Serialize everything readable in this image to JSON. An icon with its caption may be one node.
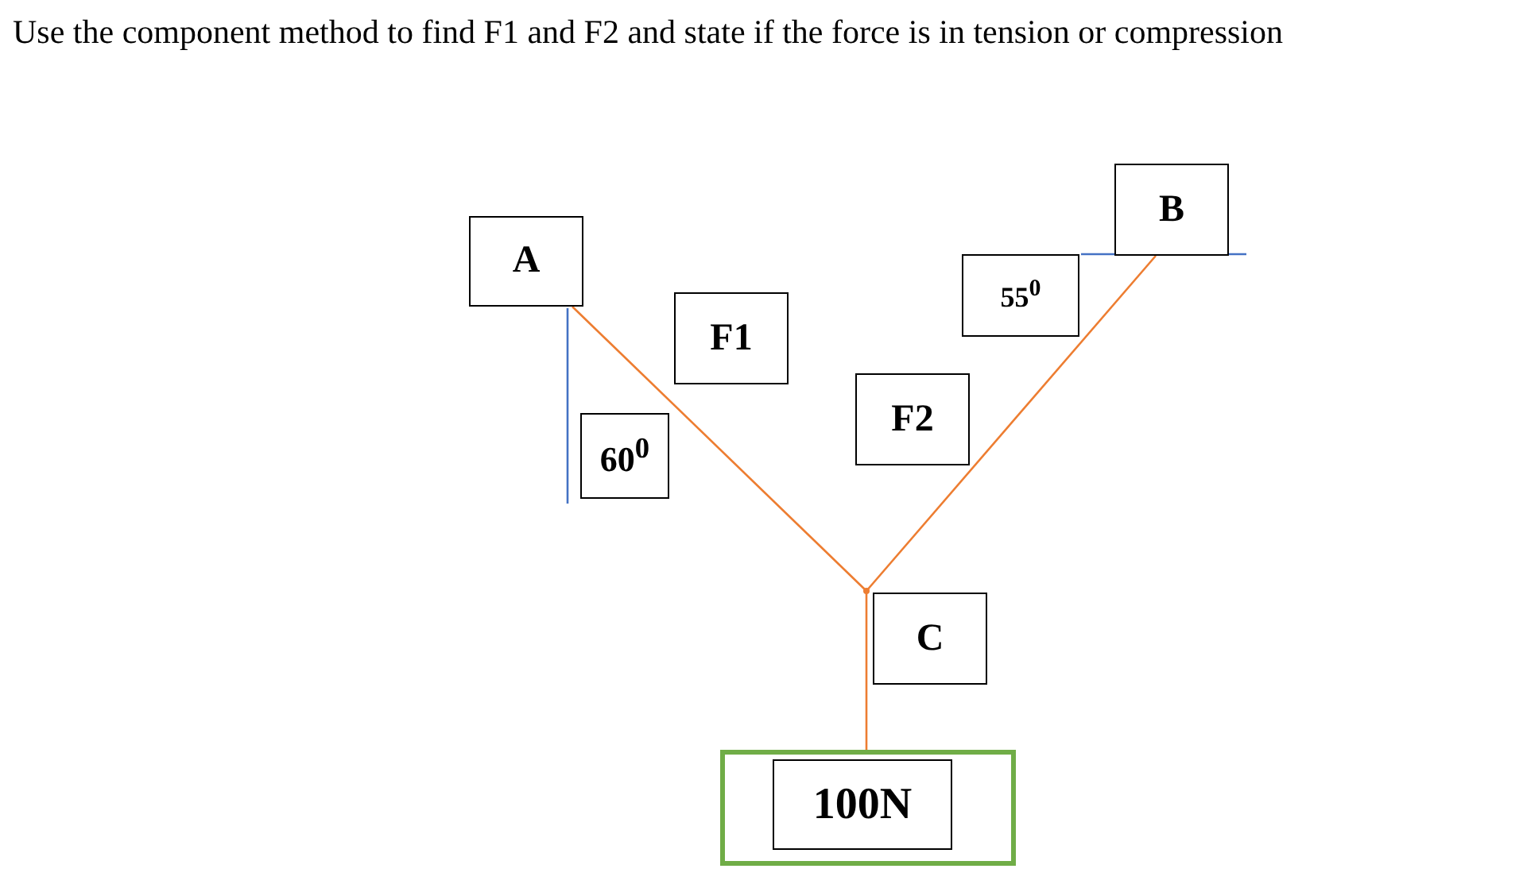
{
  "diagram": {
    "title": "Use the component method to find F1 and F2 and state if the force is in tension or compression",
    "nodes": [
      {
        "text": [
          "A"
        ]
      },
      {
        "text": [
          "B"
        ]
      },
      {
        "text": [
          "55$^{0}$"
        ]
      },
      {
        "text": [
          "F1"
        ]
      },
      {
        "text": [
          "F2"
        ]
      },
      {
        "text": [
          "60$^{0}$"
        ]
      },
      {
        "text": [],
        "shape": "point"
      },
      {
        "text": [
          "C"
        ]
      },
      {
        "text": [],
        "shape": "box"
      },
      {
        "text": [
          "100N"
        ],
        "in": 8
      }
    ],
    "edges": [
      {
        "from": 0,
        "to": 6,
        "arrow": "none"
      },
      {
        "from": 1,
        "to": 6,
        "arrow": "none"
      },
      {
        "from": 6,
        "to": 8,
        "arrow": "none"
      }
    ]
  }
}
